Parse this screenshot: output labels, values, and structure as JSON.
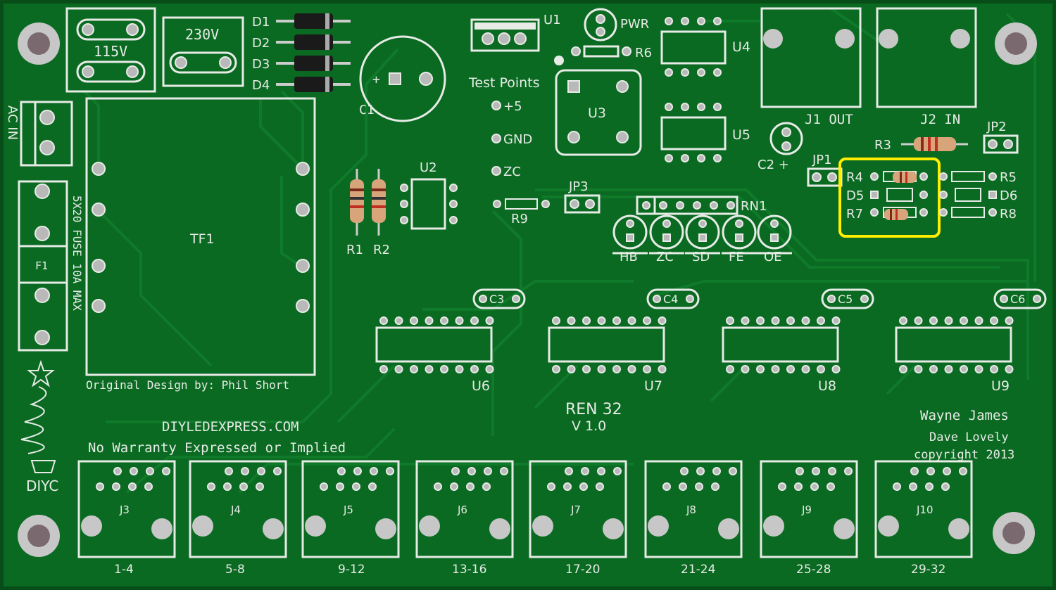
{
  "board": {
    "title": "REN 32",
    "version": "V 1.0",
    "website": "DIYLEDEXPRESS.COM",
    "warranty": "No Warranty Expressed or Implied",
    "designer": "Original Design by: Phil Short",
    "credits": [
      "Wayne James",
      "Dave Lovely",
      "copyright 2013"
    ],
    "logo_text": "DIYC",
    "colors": {
      "board": "#0b6a22",
      "silkscreen": "#e6ebe6",
      "highlight": "#ffee00"
    }
  },
  "power": {
    "v115": "115V",
    "v230": "230V",
    "ac_in": "AC IN",
    "fuse_note": "5X20 FUSE 10A MAX",
    "f1": "F1",
    "tf1": "TF1",
    "c1": "C1",
    "u1": "U1",
    "pwr": "PWR",
    "r6": "R6",
    "diodes": [
      "D1",
      "D2",
      "D3",
      "D4"
    ]
  },
  "test_points": {
    "title": "Test Points",
    "items": [
      "+5",
      "GND",
      "ZC"
    ]
  },
  "components": {
    "u2": "U2",
    "u3": "U3",
    "u4": "U4",
    "u5": "U5",
    "r1": "R1",
    "r2": "R2",
    "r9": "R9",
    "jp1": "JP1",
    "jp2": "JP2",
    "jp3": "JP3",
    "rn1": "RN1",
    "c2": "C2 +",
    "r3": "R3",
    "j1": "J1 OUT",
    "j2": "J2 IN",
    "r4": "R4",
    "r5": "R5",
    "d5": "D5",
    "d6": "D6",
    "r7": "R7",
    "r8": "R8"
  },
  "leds": [
    "HB",
    "ZC",
    "SD",
    "FE",
    "OE"
  ],
  "caps": [
    "C3",
    "C4",
    "C5",
    "C6"
  ],
  "drivers": [
    "U6",
    "U7",
    "U8",
    "U9"
  ],
  "outputs": [
    {
      "name": "J3",
      "channels": "1-4"
    },
    {
      "name": "J4",
      "channels": "5-8"
    },
    {
      "name": "J5",
      "channels": "9-12"
    },
    {
      "name": "J6",
      "channels": "13-16"
    },
    {
      "name": "J7",
      "channels": "17-20"
    },
    {
      "name": "J8",
      "channels": "21-24"
    },
    {
      "name": "J9",
      "channels": "25-28"
    },
    {
      "name": "J10",
      "channels": "29-32"
    }
  ]
}
